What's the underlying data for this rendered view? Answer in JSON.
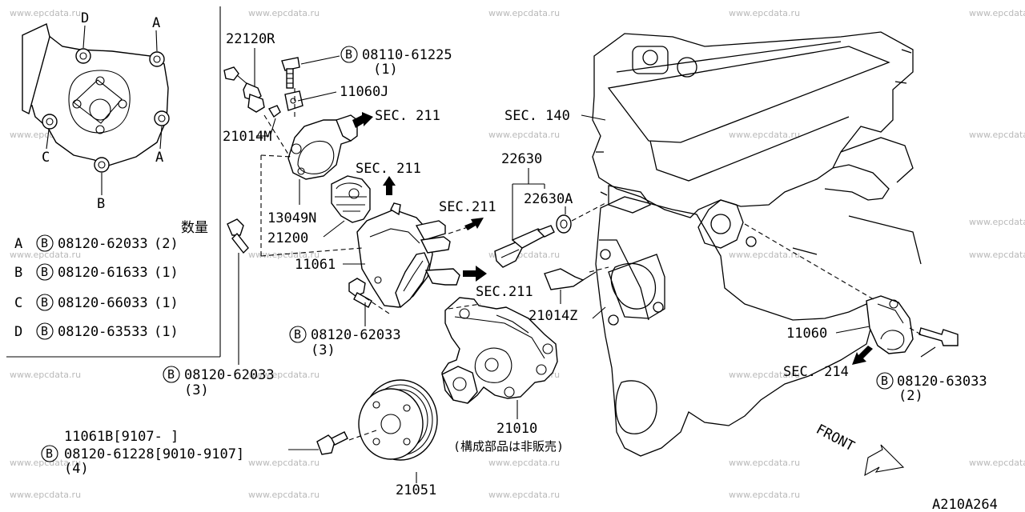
{
  "watermark": "www.epcdata.ru",
  "diagram_code": "A210A264",
  "inset": {
    "qty_header": "数量",
    "points": {
      "a": "A",
      "b": "B",
      "c": "C",
      "d": "D"
    },
    "legend": [
      {
        "key": "A",
        "part": "08120-62033",
        "qty": "(2)"
      },
      {
        "key": "B",
        "part": "08120-61633",
        "qty": "(1)"
      },
      {
        "key": "C",
        "part": "08120-66033",
        "qty": "(1)"
      },
      {
        "key": "D",
        "part": "08120-63533",
        "qty": "(1)"
      }
    ]
  },
  "bolt_marker": "B",
  "labels": {
    "p22120R": "22120R",
    "p0811061225": "08110-61225",
    "q0811061225": "(1)",
    "p11060J": "11060J",
    "sec211_a": "SEC. 211",
    "p21014M": "21014M",
    "sec211_b": "SEC. 211",
    "p13049N": "13049N",
    "p21200": "21200",
    "p11061": "11061",
    "sec211_c": "SEC.211",
    "sec211_d": "SEC.211",
    "p22630": "22630",
    "p22630A": "22630A",
    "sec140": "SEC. 140",
    "p21014Z": "21014Z",
    "p0812062033_a": "08120-62033",
    "q0812062033_a": "(3)",
    "p0812062033_b": "08120-62033",
    "q0812062033_b": "(3)",
    "p11061B": "11061B[9107-  ]",
    "p0812061228": "08120-61228[9010-9107]",
    "q0812061228": "(4)",
    "p21051": "21051",
    "p21010": "21010",
    "note21010": "(構成部品は非販売)",
    "p11060": "11060",
    "sec214": "SEC. 214",
    "p0812063033": "08120-63033",
    "q0812063033": "(2)",
    "front": "FRONT"
  }
}
